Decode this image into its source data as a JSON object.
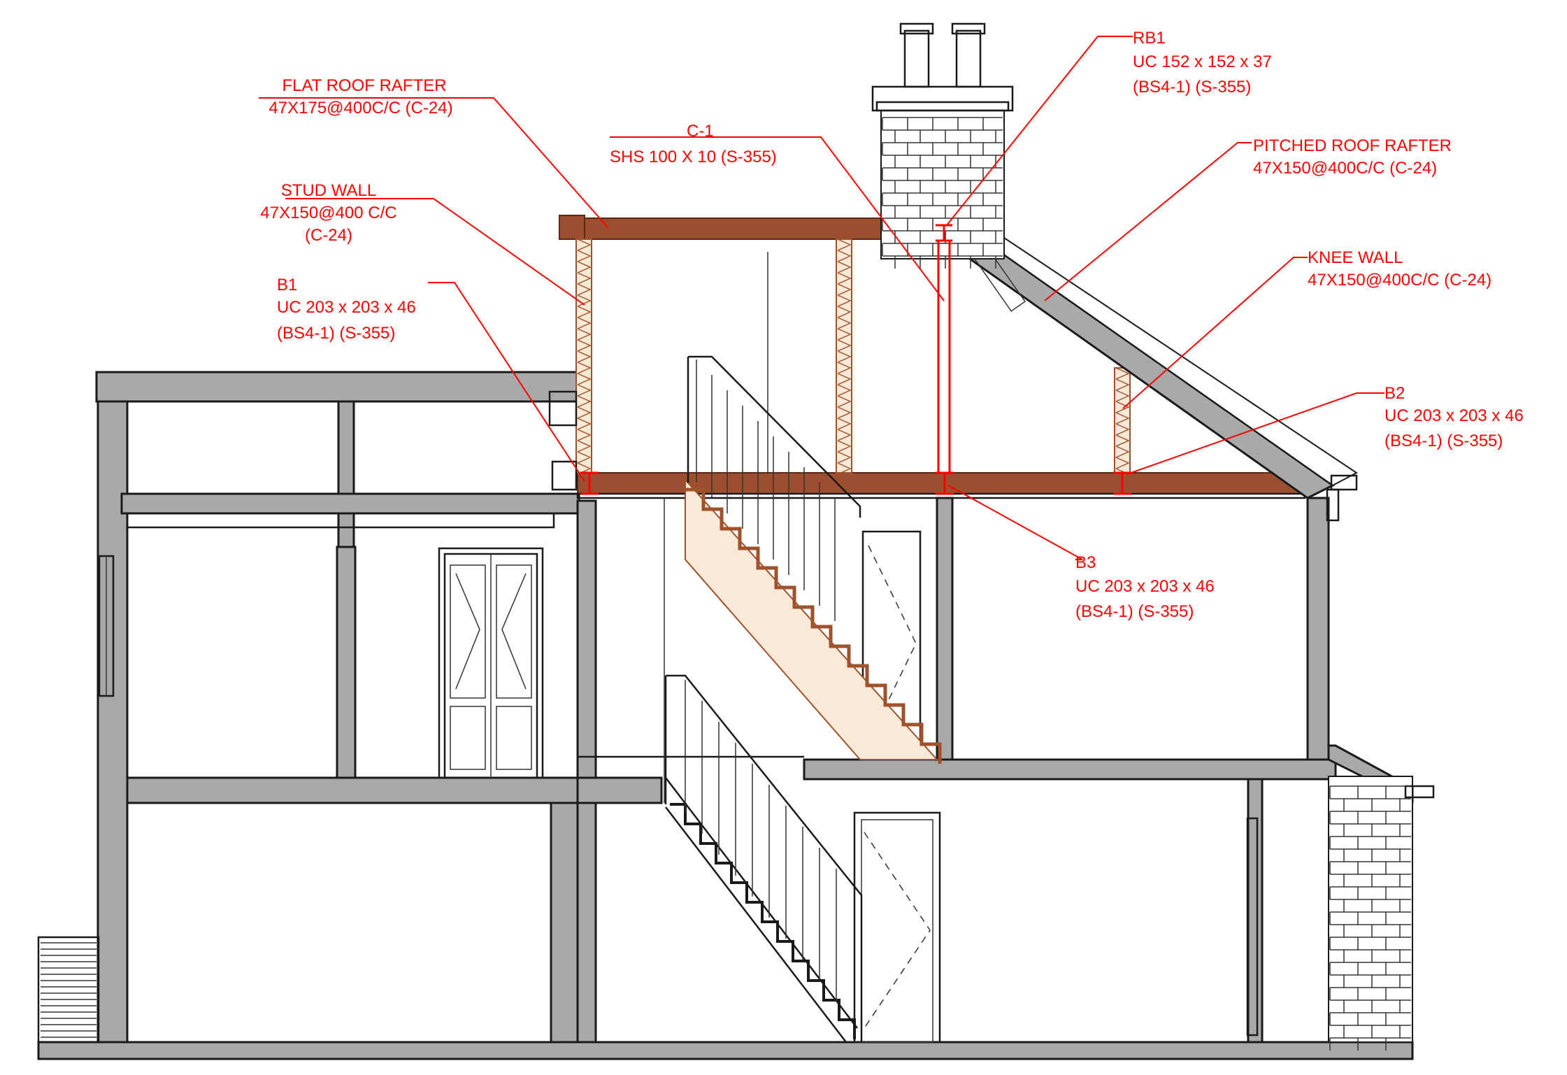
{
  "annotations": {
    "flat_roof_rafter": {
      "line1": "FLAT ROOF RAFTER",
      "line2": "47X175@400C/C (C-24)"
    },
    "stud_wall": {
      "line1": "STUD WALL",
      "line2": "47X150@400 C/C",
      "line3": "(C-24)"
    },
    "b1": {
      "line1": "B1",
      "line2": "UC 203 x 203 x 46",
      "line3": "(BS4-1) (S-355)"
    },
    "c1": {
      "line1": "C-1",
      "line2": "SHS 100 X 10 (S-355)"
    },
    "rb1": {
      "line1": "RB1",
      "line2": "UC 152 x 152 x 37",
      "line3": "(BS4-1) (S-355)"
    },
    "pitched_roof_rafter": {
      "line1": "PITCHED ROOF RAFTER",
      "line2": "47X150@400C/C (C-24)"
    },
    "knee_wall": {
      "line1": "KNEE WALL",
      "line2": "47X150@400C/C (C-24)"
    },
    "b2": {
      "line1": "B2",
      "line2": "UC 203 x 203 x 46",
      "line3": "(BS4-1) (S-355)"
    },
    "b3": {
      "line1": "B3",
      "line2": "UC 203 x 203 x 46",
      "line3": "(BS4-1) (S-355)"
    }
  },
  "colors": {
    "annotation": "#ff0000",
    "timber": "#9b4f2e",
    "concrete": "#a9a9a9",
    "line": "#1a1a1a"
  }
}
